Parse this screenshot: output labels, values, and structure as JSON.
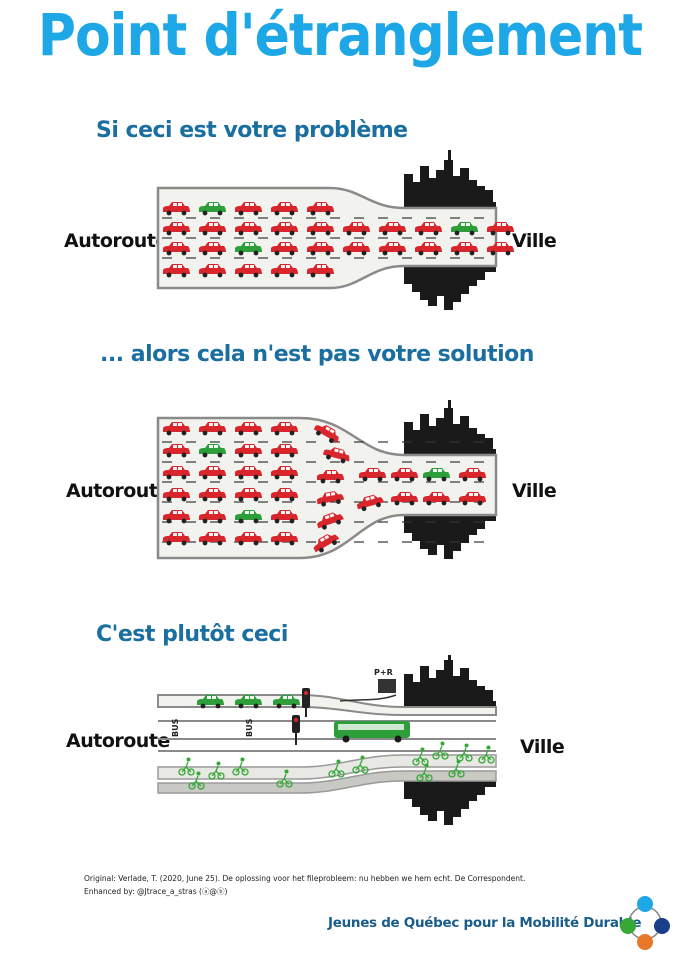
{
  "title": "Point d'étranglement",
  "sections": [
    {
      "heading": "Si ceci est votre problème",
      "left_label": "Autoroute",
      "right_label": "Ville"
    },
    {
      "heading": "... alors cela n'est pas votre solution",
      "left_label": "Autoroute",
      "right_label": "Ville"
    },
    {
      "heading": "C'est plutôt ceci",
      "left_label": "Autoroute",
      "right_label": "Ville"
    }
  ],
  "scene3_signs": {
    "bus_1": "BUS",
    "bus_2": "BUS",
    "park_ride": "P+R"
  },
  "credits": {
    "line1": "Original: Verlade, T. (2020, June 25). De oplossing voor het fileprobleem: nu hebben we hem echt. De Correspondent.",
    "line2": "Enhanced by: @Jtrace_a_stras (ⓐ@ⓑ)"
  },
  "organization": "Jeunes de Québec pour la Mobilité Durable",
  "colors": {
    "title": "#1ea7e6",
    "heading": "#1a6fa0",
    "car_red": "#d8262c",
    "car_green": "#2e9e3a",
    "road": "#f2f2ee",
    "road_edge": "#8a8a8a",
    "city": "#1a1a1a",
    "bike": "#35a835"
  },
  "icons": [
    "car-icon",
    "cyclist-icon",
    "bus-icon",
    "traffic-light-icon",
    "city-skyline-icon",
    "mobility-logo-icon"
  ]
}
